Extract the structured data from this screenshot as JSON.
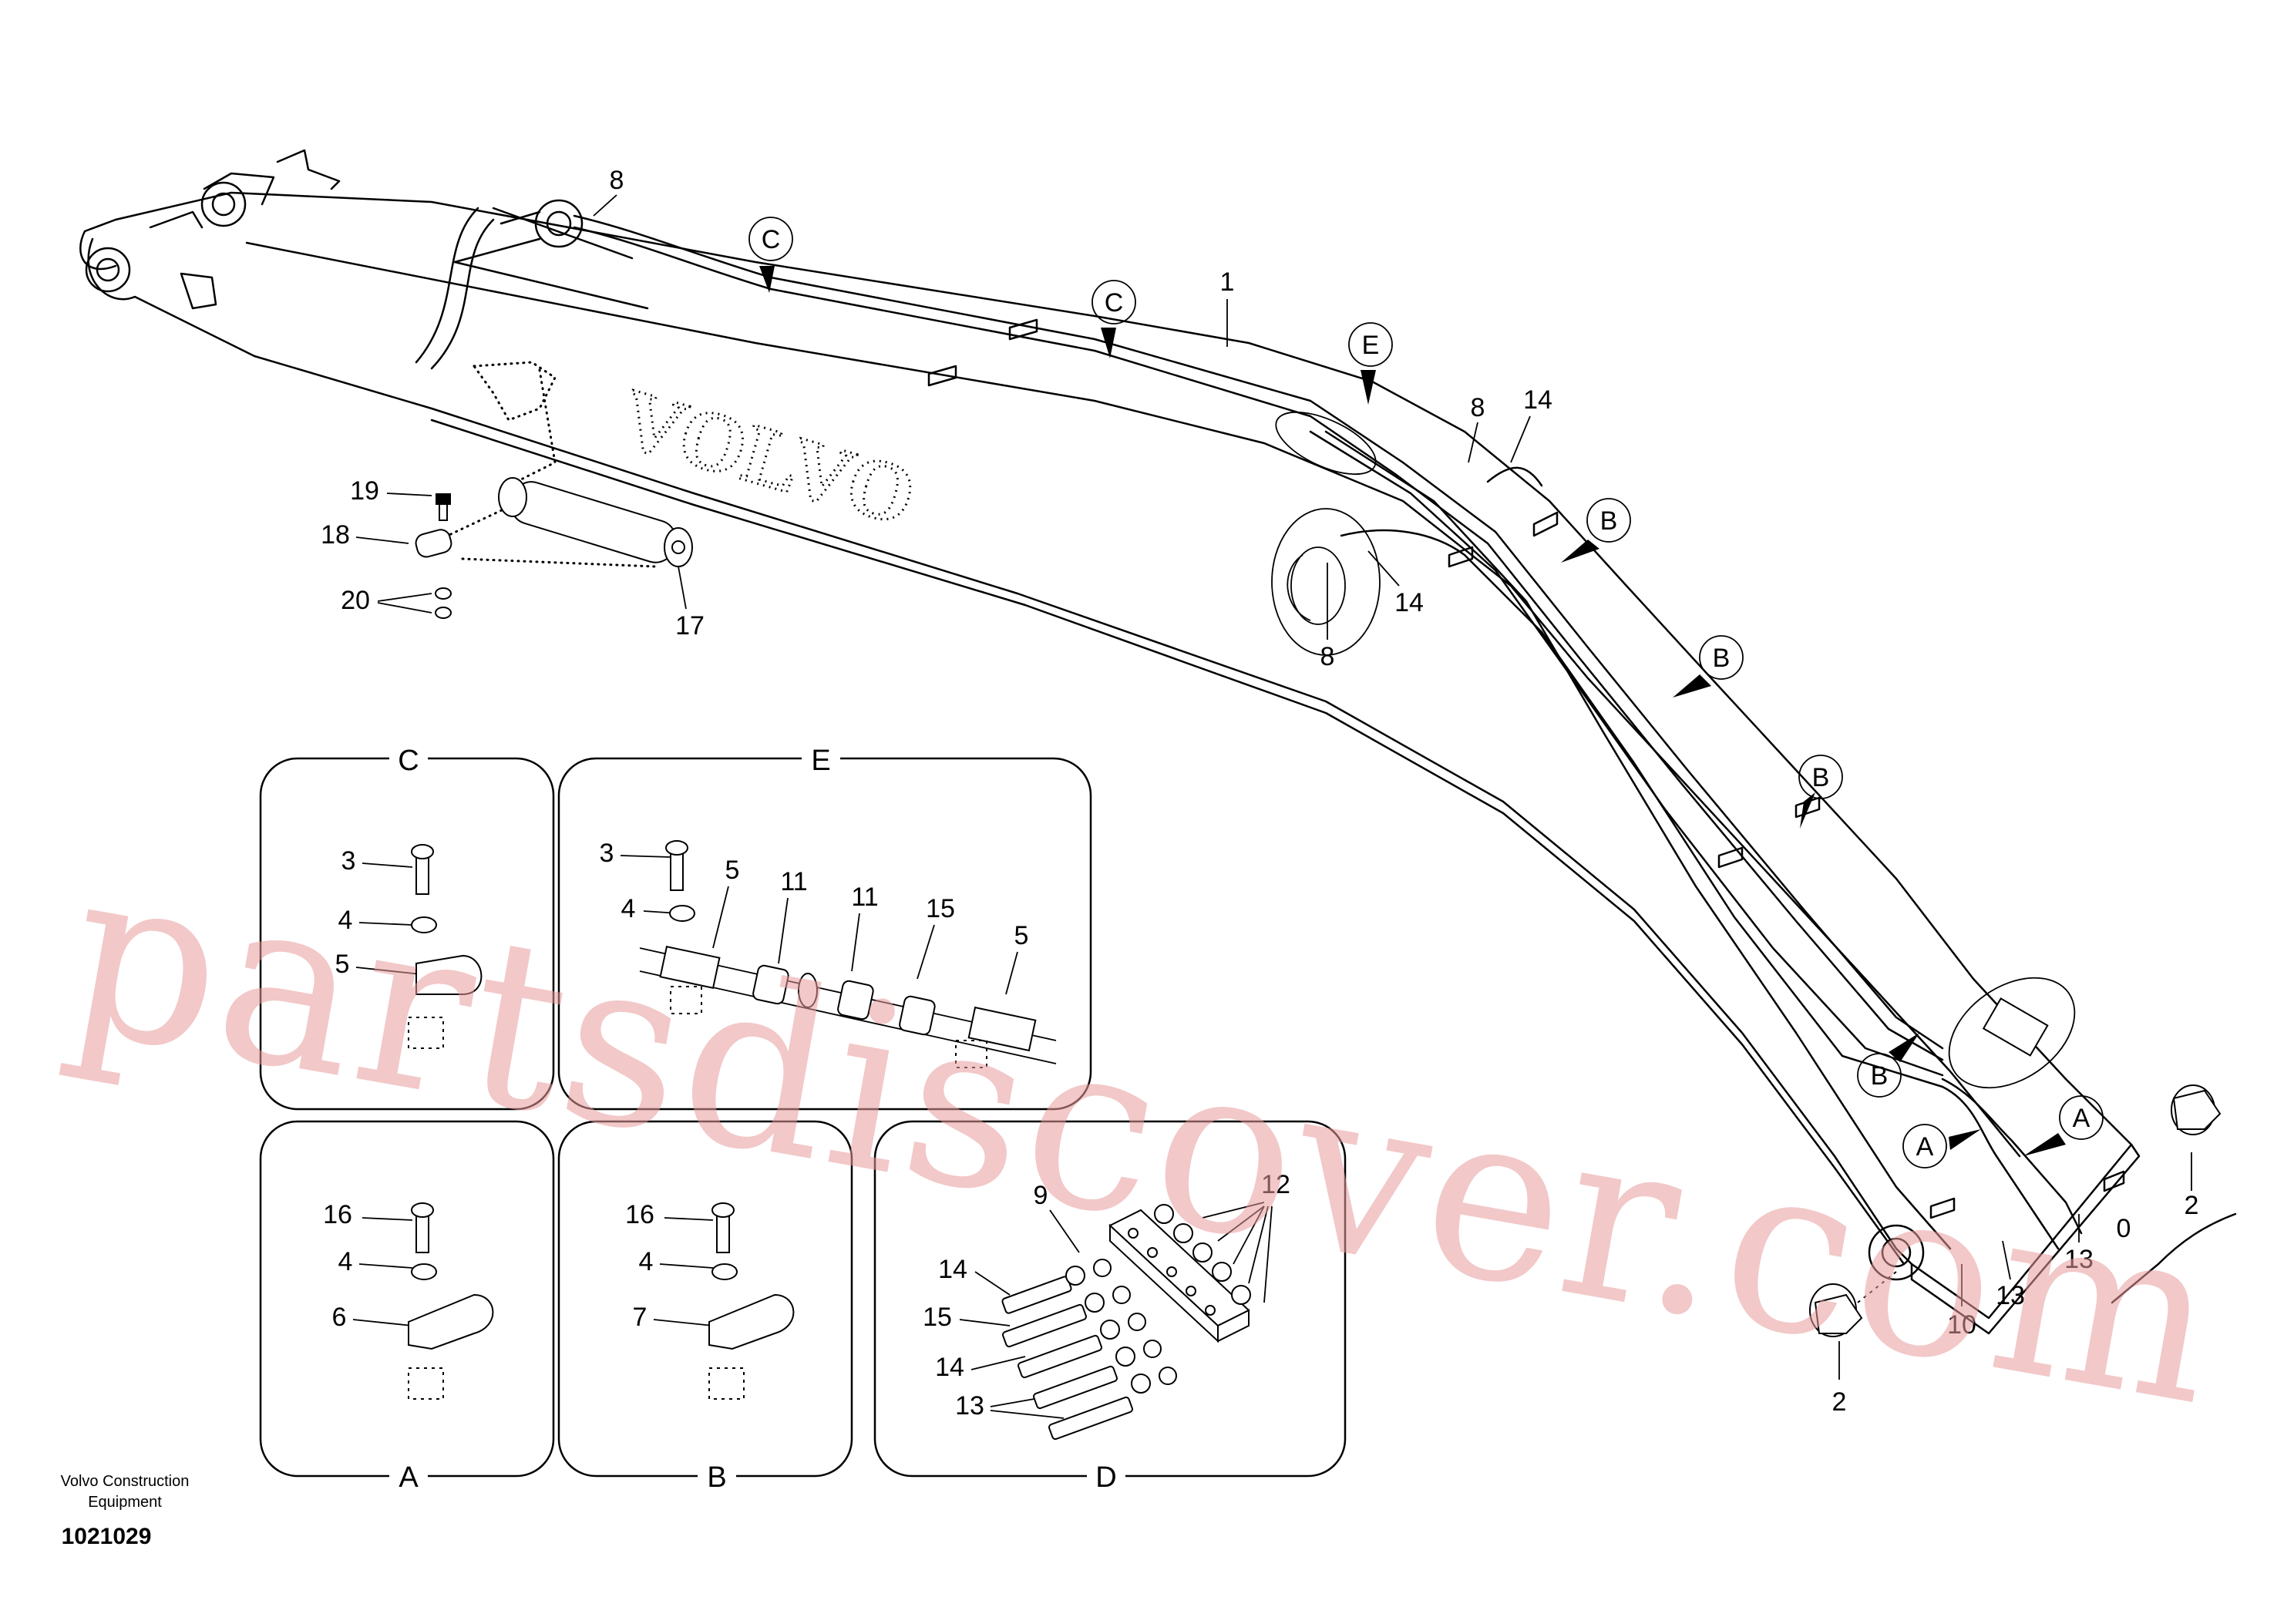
{
  "main_labels": [
    "1",
    "2",
    "2",
    "8",
    "8",
    "8",
    "10",
    "13",
    "13",
    "14",
    "14",
    "17",
    "18",
    "19",
    "20",
    "0"
  ],
  "circle_callouts": [
    "C",
    "C",
    "E",
    "B",
    "B",
    "B",
    "B",
    "A",
    "A"
  ],
  "detail_letters": {
    "C": "C",
    "E": "E",
    "A": "A",
    "B": "B",
    "D": "D"
  },
  "detail_C_labels": [
    "3",
    "4",
    "5"
  ],
  "detail_E_labels": [
    "3",
    "4",
    "5",
    "11",
    "11",
    "15",
    "5"
  ],
  "detail_A_labels": [
    "16",
    "4",
    "6"
  ],
  "detail_B_labels": [
    "16",
    "4",
    "7"
  ],
  "detail_D_labels": [
    "9",
    "12",
    "14",
    "15",
    "14",
    "13"
  ],
  "logo_text": "VOLVO",
  "footer": {
    "company_line1": "Volvo Construction",
    "company_line2": "Equipment",
    "drawing_number": "1021029"
  },
  "watermark": "partsdiscover.com",
  "colors": {
    "line": "#000000",
    "watermark": "#e79a9a",
    "background": "#ffffff"
  }
}
